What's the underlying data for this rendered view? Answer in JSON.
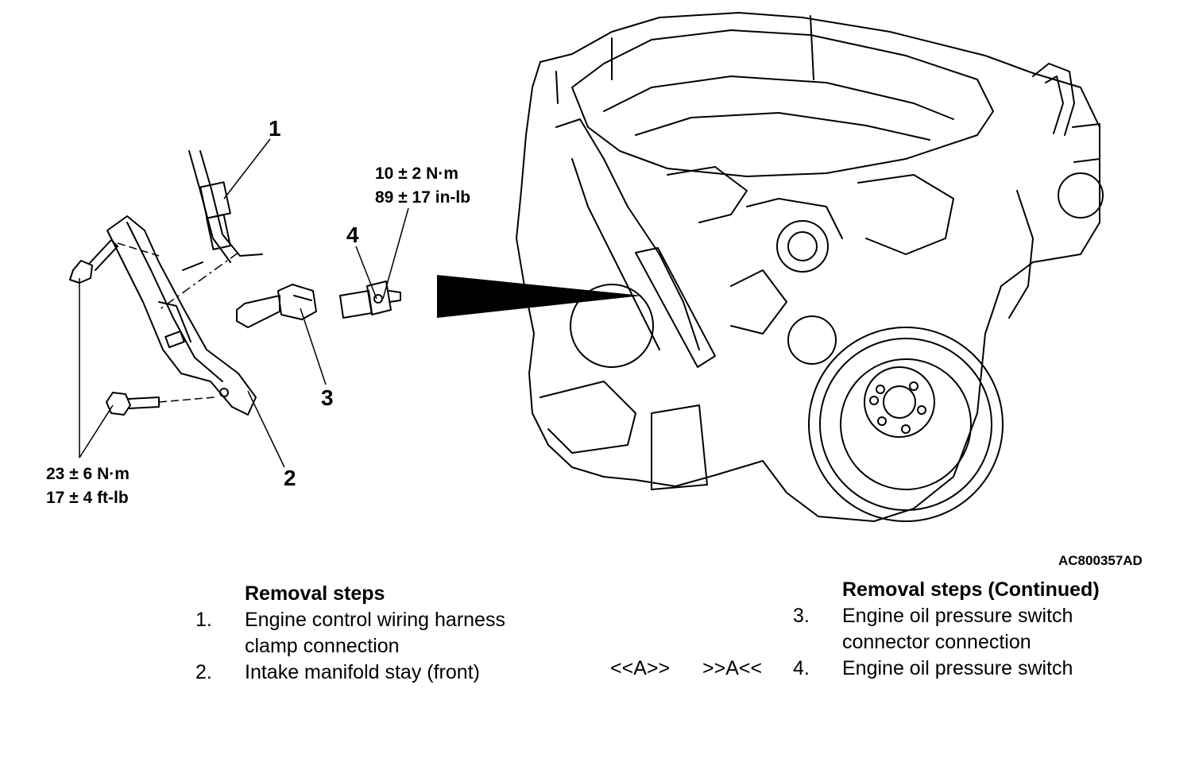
{
  "diagram": {
    "callouts": [
      "1",
      "2",
      "3",
      "4"
    ],
    "torque_stay": {
      "line1": "23 ± 6 N·m",
      "line2": "17 ± 4 ft-lb"
    },
    "torque_switch": {
      "line1": "10 ± 2 N·m",
      "line2": "89 ± 17 in-lb"
    },
    "figure_code": "AC800357AD"
  },
  "steps_left": {
    "heading": "Removal steps",
    "items": [
      {
        "num": "1.",
        "line1": "Engine control wiring harness",
        "line2": "clamp connection"
      },
      {
        "num": "2.",
        "line1": "Intake manifold stay (front)"
      }
    ]
  },
  "steps_right": {
    "heading": "Removal steps (Continued)",
    "items": [
      {
        "num": "3.",
        "line1": "Engine oil pressure switch",
        "line2": "connector connection"
      },
      {
        "num": "4.",
        "line1": "Engine oil pressure switch"
      }
    ],
    "marks": {
      "removal": "<<A>>",
      "installation": ">>A<<"
    }
  }
}
